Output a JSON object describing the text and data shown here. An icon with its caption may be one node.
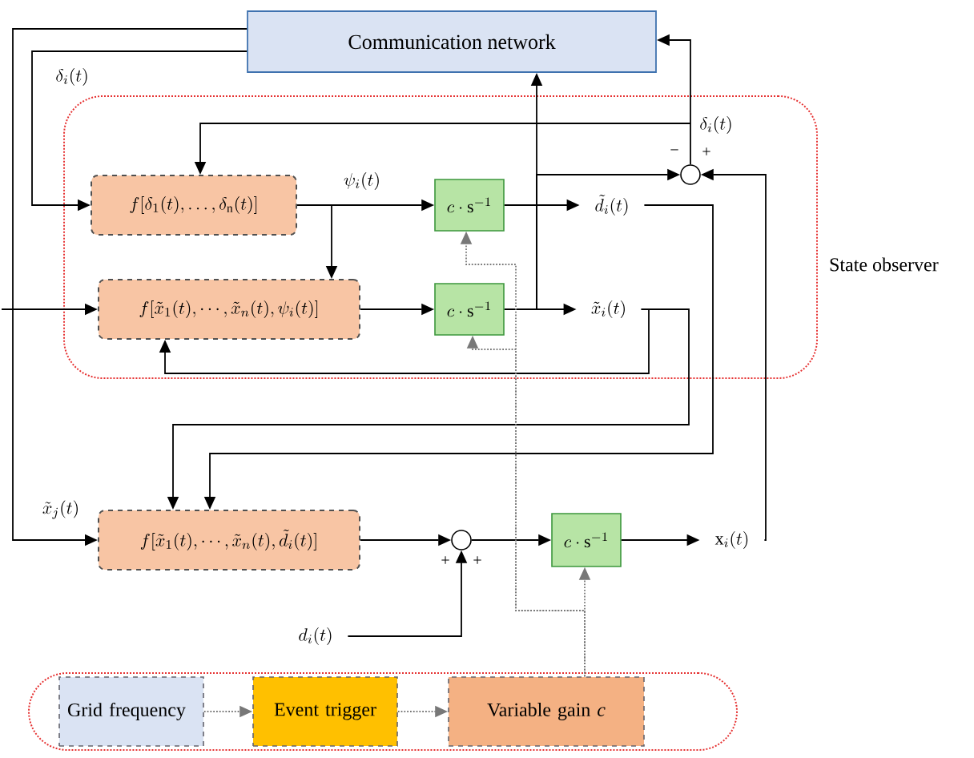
{
  "diagram": {
    "nodes": [
      {
        "text": [
          "Communication network"
        ]
      },
      {
        "text": [
          "State observer"
        ]
      },
      {
        "text": [
          "f[\\delta_1(t),\\ldots,\\delta_\\mathrm{n}(t)]"
        ],
        "in": 1
      },
      {
        "text": [
          "c\\cdot \\mathrm{s}^{-1}"
        ],
        "in": 1
      },
      {
        "text": [
          "f[\\tilde{x}_1(t),\\cdots,\\tilde{x}_n(t),\\psi_i(t)]"
        ],
        "in": 1
      },
      {
        "text": [
          "c\\cdot \\mathrm{s}^{-1}"
        ],
        "in": 1
      },
      {
        "text": [],
        "shape": "circle",
        "in": 1
      },
      {
        "text": [
          "f[\\tilde{x}_1(t),\\cdots,\\tilde{x}_n(t),\\tilde{d}_i(t)]"
        ]
      },
      {
        "text": [],
        "shape": "circle"
      },
      {
        "text": [
          "c\\cdot \\mathrm{s}^{-1}"
        ]
      },
      {
        "text": [],
        "shape": "box"
      },
      {
        "text": [
          "Grid frequency"
        ],
        "in": 10
      },
      {
        "text": [
          "Event trigger"
        ],
        "in": 10
      },
      {
        "text": [
          "Variable gain *c*"
        ],
        "in": 10
      },
      {
        "text": [
          "\\tilde{d}_i(t)"
        ],
        "in": 1
      },
      {
        "text": [
          "\\tilde{x}_i(t)"
        ],
        "in": 1
      },
      {
        "text": [
          "\\mathrm{x}_i(t)"
        ]
      },
      {
        "text": [
          "d_i(t)"
        ]
      }
    ],
    "edges": [
      {
        "from": 0,
        "to": 2,
        "arrow": "to",
        "label": "\\delta_i(t)"
      },
      {
        "from": null,
        "to": 4,
        "arrow": "to"
      },
      {
        "from": 0,
        "to": 7,
        "arrow": "to",
        "label": "\\tilde{x}_j(t)"
      },
      {
        "from": 2,
        "to": 3,
        "arrow": "to",
        "label": "\\psi_i(t)"
      },
      {
        "from": 2,
        "to": 4,
        "arrow": "to"
      },
      {
        "from": 3,
        "to": 14,
        "arrow": "to"
      },
      {
        "from": 4,
        "to": 5,
        "arrow": "to"
      },
      {
        "from": 5,
        "to": 15,
        "arrow": "to"
      },
      {
        "from": 15,
        "to": 4,
        "arrow": "to"
      },
      {
        "from": 15,
        "to": 7,
        "arrow": "to"
      },
      {
        "from": 14,
        "to": 7,
        "arrow": "to"
      },
      {
        "from": 16,
        "to": 6,
        "arrow": "to"
      },
      {
        "from": 5,
        "to": 0,
        "arrow": "to"
      },
      {
        "from": 5,
        "to": 6,
        "arrow": "to"
      },
      {
        "from": 6,
        "to": 0,
        "arrow": "to",
        "label": "\\delta_i(t)"
      },
      {
        "from": 6,
        "to": 2,
        "arrow": "to"
      },
      {
        "from": 7,
        "to": 8,
        "arrow": "to"
      },
      {
        "from": 17,
        "to": 8,
        "arrow": "to"
      },
      {
        "from": 8,
        "to": 9,
        "arrow": "to"
      },
      {
        "from": 9,
        "to": 16,
        "arrow": "to"
      },
      {
        "from": 13,
        "to": 9,
        "arrow": "to",
        "style": "dashed",
        "color": "#787878"
      },
      {
        "from": 13,
        "to": 5,
        "arrow": "to",
        "style": "dashed",
        "color": "#787878"
      },
      {
        "from": 13,
        "to": 3,
        "arrow": "to",
        "style": "dashed",
        "color": "#787878"
      },
      {
        "from": 11,
        "to": 12,
        "arrow": "to",
        "style": "dashed",
        "color": "#787878"
      },
      {
        "from": 12,
        "to": 13,
        "arrow": "to",
        "style": "dashed",
        "color": "#787878"
      }
    ],
    "labels": [
      "−",
      "+",
      "+",
      "+"
    ]
  }
}
